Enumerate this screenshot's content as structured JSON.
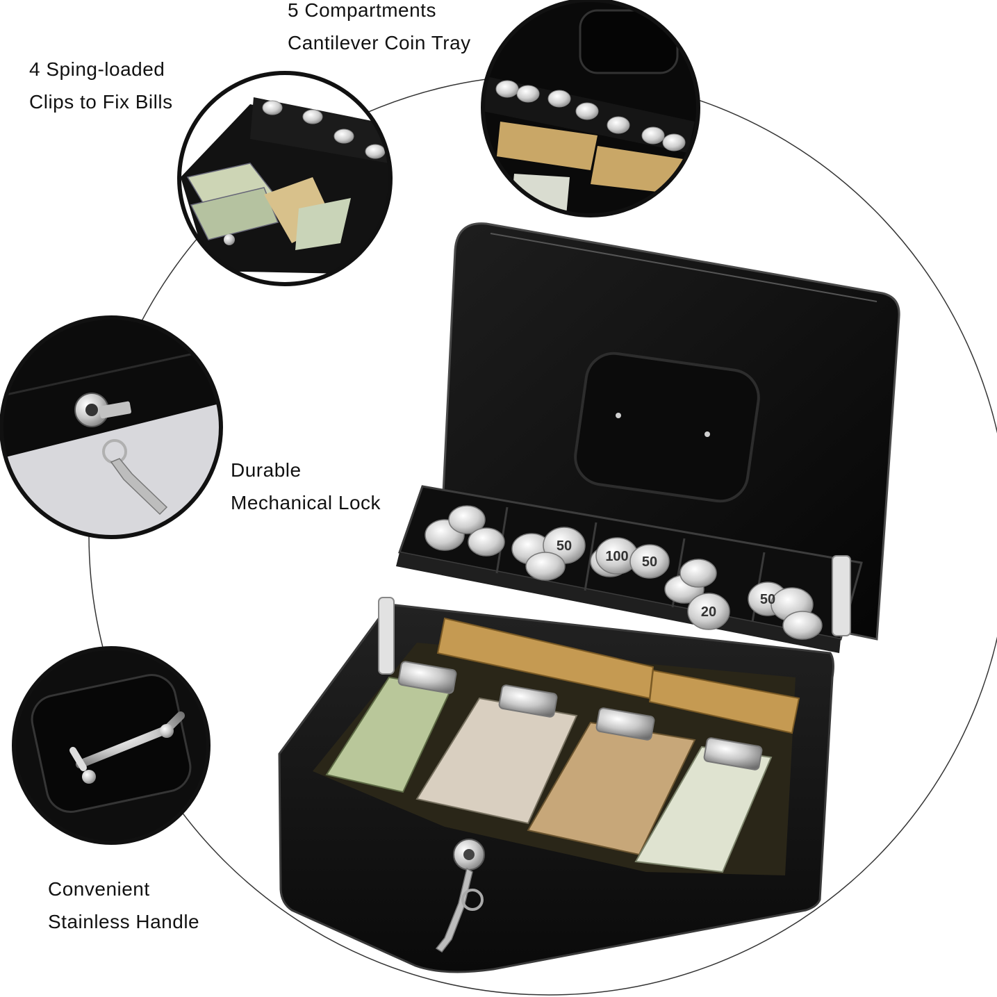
{
  "colors": {
    "background": "#ffffff",
    "box": "#151515",
    "box_edge": "#3a3a3a",
    "coin": "#d8d8d8",
    "bill": "#9bb08a",
    "text": "#111111"
  },
  "callouts": [
    {
      "id": "clips",
      "line1": "4 Sping-loaded",
      "line2": "Clips to Fix Bills"
    },
    {
      "id": "tray",
      "line1": "5 Compartments",
      "line2": "Cantilever Coin Tray"
    },
    {
      "id": "lock",
      "line1": "Durable",
      "line2": "Mechanical Lock"
    },
    {
      "id": "handle",
      "line1": "Convenient",
      "line2": "Stainless Handle"
    }
  ],
  "coin_labels": [
    "50",
    "100",
    "50",
    "20",
    "50"
  ]
}
